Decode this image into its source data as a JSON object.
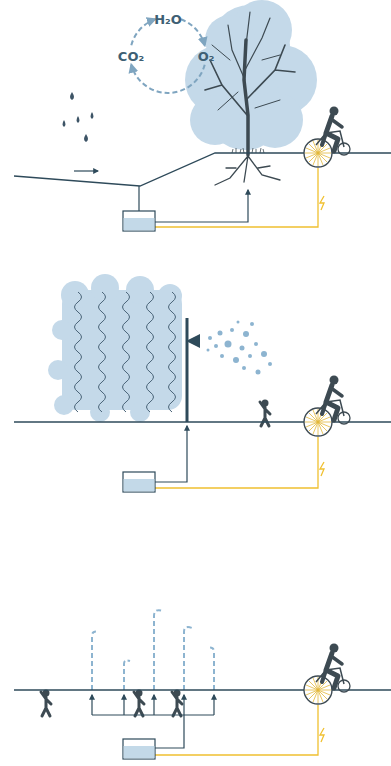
{
  "diagram": {
    "labels": [
      "H₂O",
      "CO₂",
      "O₂"
    ]
  }
}
